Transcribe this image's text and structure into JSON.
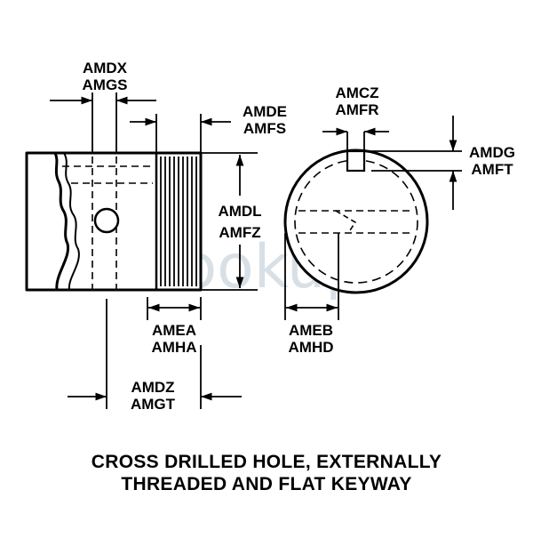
{
  "watermark": "nsnlookup",
  "dimensions": [
    {
      "id": "amdx",
      "codes": [
        "AMDX",
        "AMGS"
      ]
    },
    {
      "id": "amde",
      "codes": [
        "AMDE",
        "AMFS"
      ]
    },
    {
      "id": "amcz",
      "codes": [
        "AMCZ",
        "AMFR"
      ]
    },
    {
      "id": "amdg",
      "codes": [
        "AMDG",
        "AMFT"
      ]
    },
    {
      "id": "amdl",
      "codes": [
        "AMDL",
        "AMFZ"
      ]
    },
    {
      "id": "amea",
      "codes": [
        "AMEA",
        "AMHA"
      ]
    },
    {
      "id": "ameb",
      "codes": [
        "AMEB",
        "AMHD"
      ]
    },
    {
      "id": "amdz",
      "codes": [
        "AMDZ",
        "AMGT"
      ]
    }
  ],
  "caption": {
    "line1": "CROSS DRILLED HOLE, EXTERNALLY",
    "line2": "THREADED AND FLAT KEYWAY"
  }
}
